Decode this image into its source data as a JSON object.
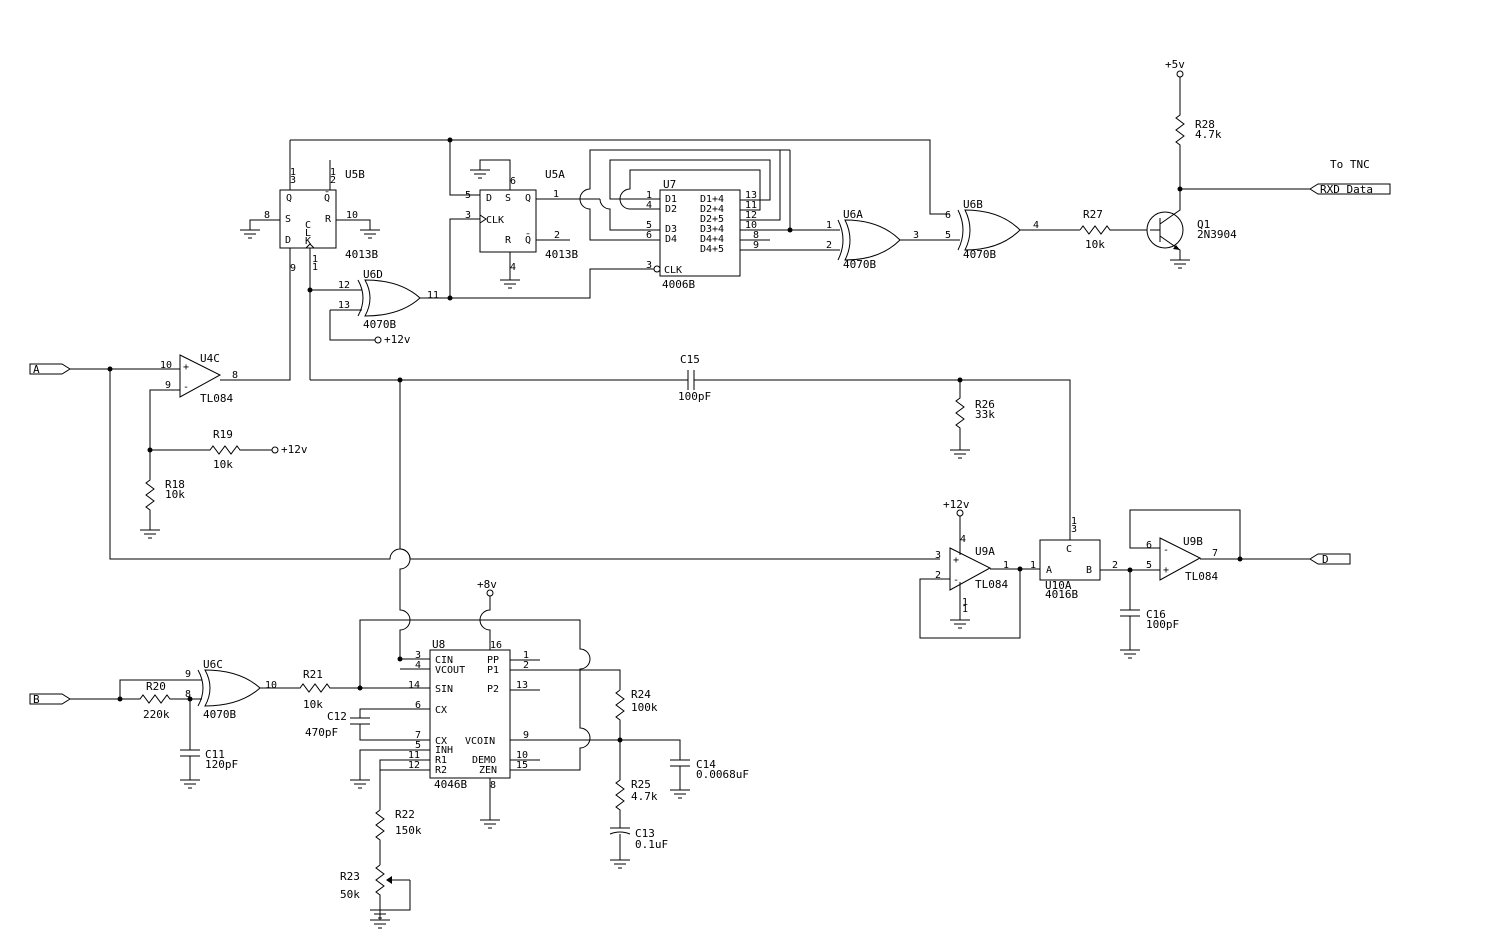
{
  "labels": {
    "U5B": "U5B",
    "U5A": "U5A",
    "U7": "U7",
    "U6A": "U6A",
    "U6B": "U6B",
    "U6D": "U6D",
    "U4C": "U4C",
    "U8": "U8",
    "U6C": "U6C",
    "U9A": "U9A",
    "U10A": "U10A",
    "U9B": "U9B",
    "Q1": "Q1",
    "4013B_a": "4013B",
    "4013B_b": "4013B",
    "4006B": "4006B",
    "4070B_a": "4070B",
    "4070B_b": "4070B",
    "4070B_c": "4070B",
    "4070B_d": "4070B",
    "TL084_a": "TL084",
    "TL084_b": "TL084",
    "TL084_c": "TL084",
    "4016B": "4016B",
    "4046B": "4046B",
    "2N3904": "2N3904",
    "R18": "R18",
    "R18v": "10k",
    "R19": "R19",
    "R19v": "10k",
    "R20": "R20",
    "R20v": "220k",
    "R21": "R21",
    "R21v": "10k",
    "R22": "R22",
    "R22v": "150k",
    "R23": "R23",
    "R23v": "50k",
    "R24": "R24",
    "R24v": "100k",
    "R25": "R25",
    "R25v": "4.7k",
    "R26": "R26",
    "R26v": "33k",
    "R27": "R27",
    "R27v": "10k",
    "R28": "R28",
    "R28v": "4.7k",
    "C11": "C11",
    "C11v": "120pF",
    "C12": "C12",
    "C12v": "470pF",
    "C13": "C13",
    "C13v": "0.1uF",
    "C14": "C14",
    "C14v": "0.0068uF",
    "C15": "C15",
    "C15v": "100pF",
    "C16": "C16",
    "C16v": "100pF",
    "p12a": "+12v",
    "p12b": "+12v",
    "p12c": "+12v",
    "p8": "+8v",
    "p5": "+5v",
    "toTNC": "To TNC",
    "rxd": "RXD Data",
    "portA": "A",
    "portB": "B",
    "portD": "D"
  },
  "colors": {
    "ink": "#000000",
    "background": "#ffffff"
  }
}
